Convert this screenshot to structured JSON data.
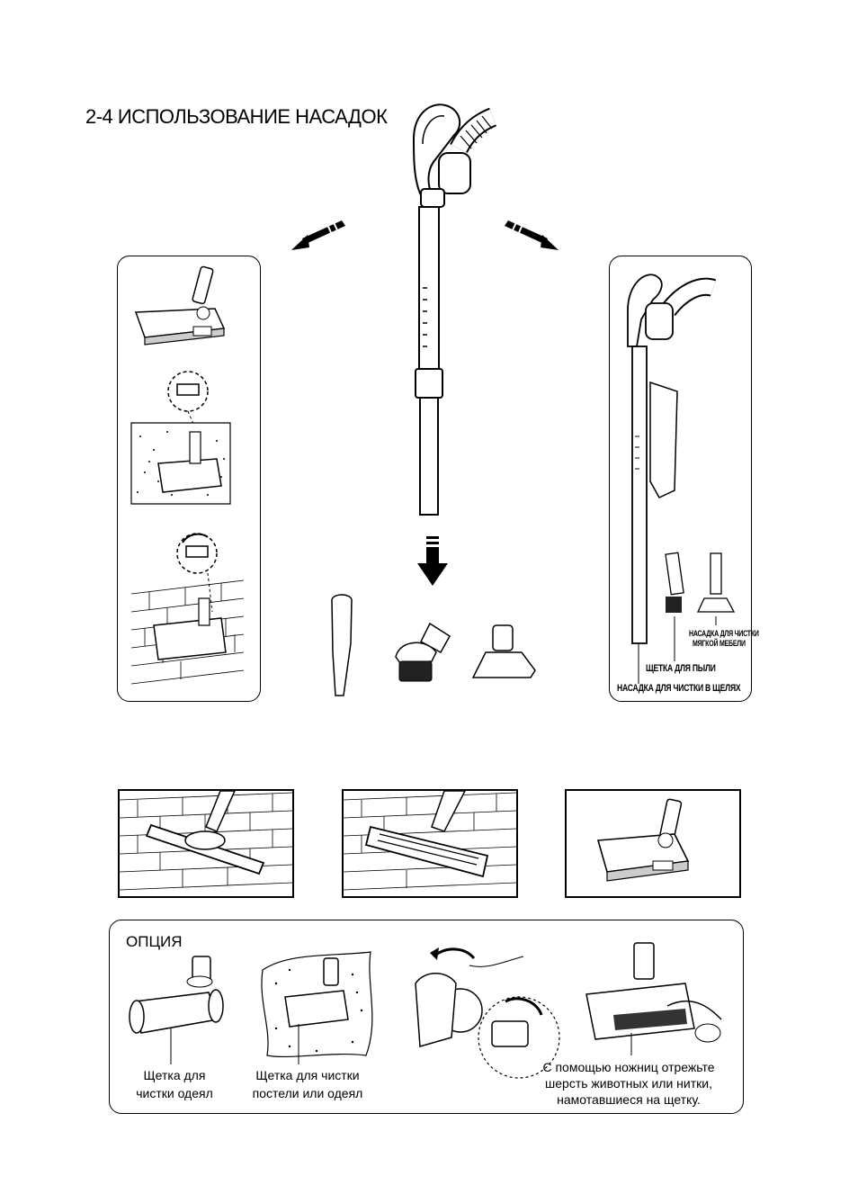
{
  "page_title": "2-4 ИСПОЛЬЗОВАНИЕ НАСАДОК",
  "right_labels": {
    "upholstery_line1": "НАСАДКА ДЛЯ ЧИСТКИ",
    "upholstery_line2": "МЯГКОЙ МЕБЕЛИ",
    "dust_brush": "ЩЕТКА ДЛЯ ПЫЛИ",
    "crevice": "НАСАДКА ДЛЯ ЧИСТКИ В ЩЕЛЯХ"
  },
  "option": {
    "heading": "ОПЦИЯ",
    "caption1_line1": "Щетка для",
    "caption1_line2": "чистки одеял",
    "caption2_line1": "Щетка для чистки",
    "caption2_line2": "постели или одеял",
    "caption3_line1": "С помощью ножниц отрежьте",
    "caption3_line2": "шерсть животных или нитки,",
    "caption3_line3": "намотавшиеся на щетку."
  }
}
